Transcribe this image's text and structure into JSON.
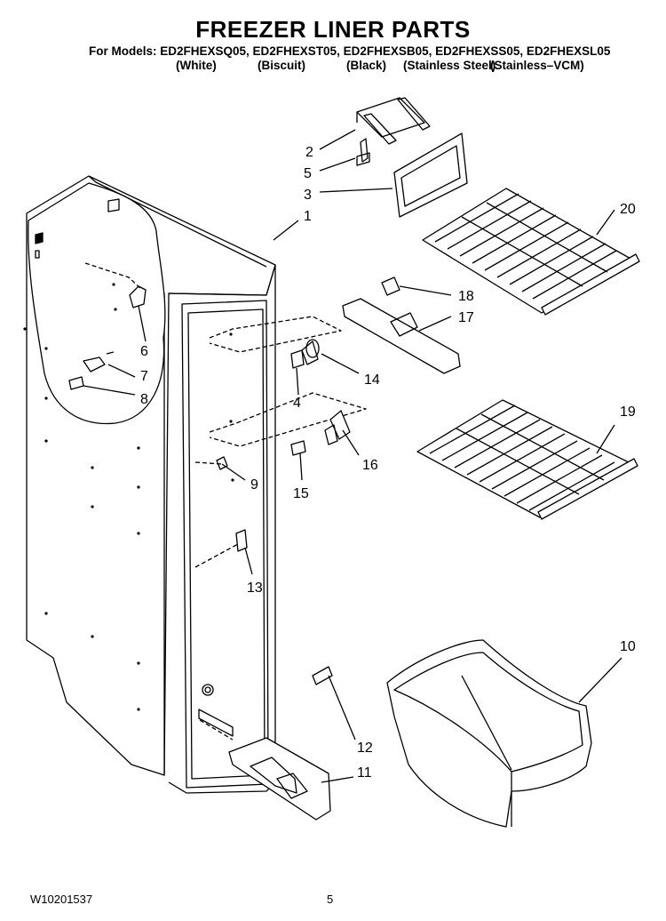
{
  "header": {
    "title": "FREEZER LINER PARTS",
    "models_line": "For Models: ED2FHEXSQ05, ED2FHEXST05, ED2FHEXSB05, ED2FHEXSS05, ED2FHEXSL05",
    "colors": [
      "(White)",
      "(Biscuit)",
      "(Black)",
      "(Stainless Steel)",
      "(Stainless–VCM)"
    ]
  },
  "callouts": [
    "1",
    "2",
    "3",
    "4",
    "5",
    "6",
    "7",
    "8",
    "9",
    "10",
    "11",
    "12",
    "13",
    "14",
    "15",
    "16",
    "17",
    "18",
    "19",
    "20"
  ],
  "footer": {
    "doc_number": "W10201537",
    "page": "5"
  }
}
